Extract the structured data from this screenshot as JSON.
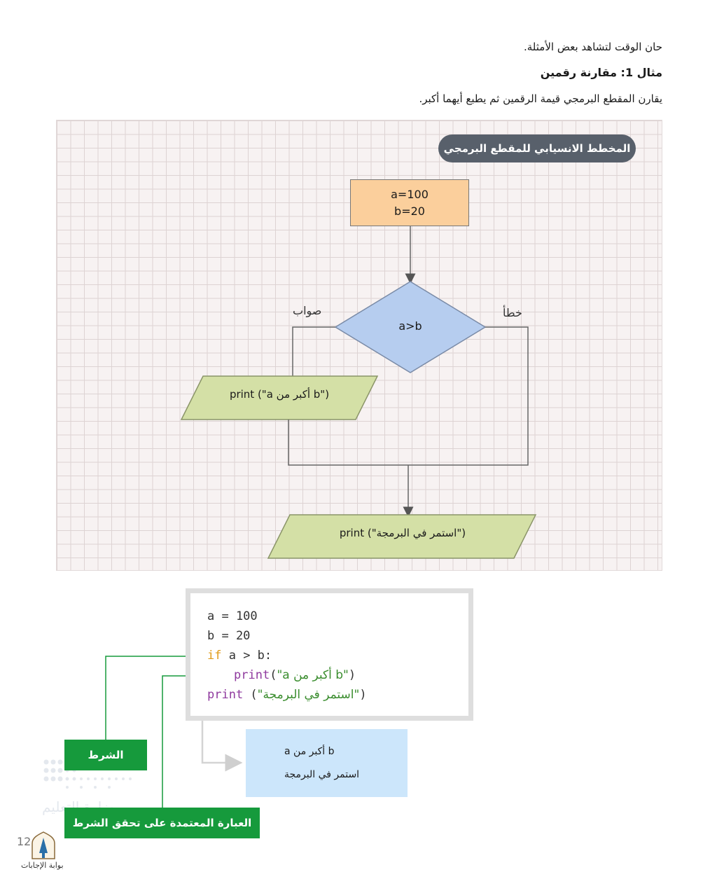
{
  "intro": "حان الوقت لتشاهد بعض الأمثلة.",
  "example": {
    "title": "مثال 1: مقارنة رقمين",
    "description": "يقارن المقطع البرمجي قيمة الرقمين ثم يطبع أيهما أكبر."
  },
  "flowchart": {
    "title": "المخطط الانسيابي للمقطع البرمجي",
    "init_line1": "a=100",
    "init_line2": "b=20",
    "decision": "a>b",
    "true_label": "صواب",
    "false_label": "خطأ",
    "print_true": "print (\"a أكبر من b\")",
    "print_end": "print (\"استمر في البرمجة\")"
  },
  "code": {
    "line1": "a = 100",
    "line2": "b = 20",
    "if_kw": "if",
    "if_rest": " a > b:",
    "print_kw": "print",
    "str1": "\"a أكبر من b\"",
    "str2": "\"استمر في البرمجة\"",
    "paren_open": "(",
    "paren_close": ")",
    "print2_sep": " ("
  },
  "output": {
    "line1": "a أكبر من b",
    "line2": "استمر في البرمجة"
  },
  "labels": {
    "condition": "الشرط",
    "statement": "العبارة المعتمدة على تحقق الشرط"
  },
  "watermark": {
    "text": "وزارة التعليم"
  },
  "page_number": "12",
  "portal_name": "بوابة الإجابات",
  "colors": {
    "grid_bg": "#f7f2f2",
    "pill": "#58606b",
    "init_box": "#fbcf9c",
    "decision": "#b6cdef",
    "io": "#d4e0a6",
    "green_label": "#169a3c",
    "output_bg": "#cce6fb",
    "keyword_if": "#e09b1a",
    "keyword_print": "#8f3a9e",
    "string": "#3a8d2e"
  }
}
